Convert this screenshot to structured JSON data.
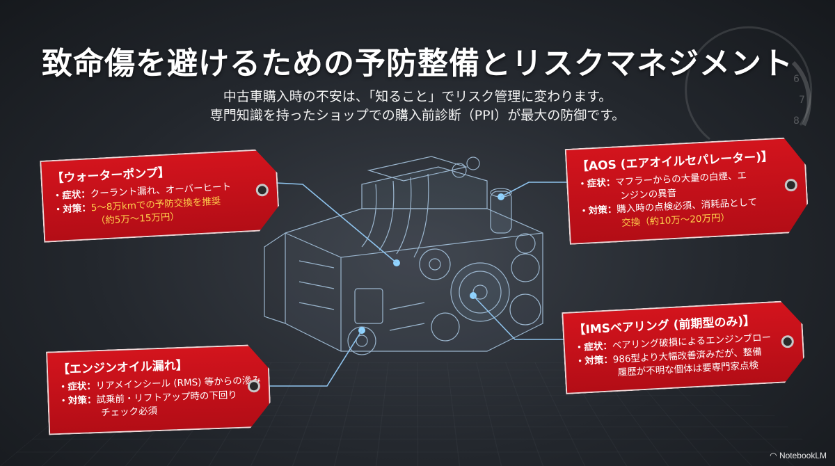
{
  "headline": "致命傷を避けるための予防整備とリスクマネジメント",
  "subheadline": [
    "中古車購入時の不安は、「知ること」でリスク管理に変わります。",
    "専門知識を持ったショップでの購入前診断（PPI）が最大の防御です。"
  ],
  "tags": {
    "water_pump": {
      "title": "【ウォーターポンプ】",
      "symptom_label": "・症状：",
      "symptom": "クーラント漏れ、オーバーヒート",
      "countermeasure_label": "・対策：",
      "countermeasure_1": "5～8万kmでの予防交換を推奨",
      "countermeasure_2": "（約5万～15万円）"
    },
    "aos": {
      "title": "【AOS (エアオイルセパレーター)】",
      "symptom_label": "・症状：",
      "symptom_1": "マフラーからの大量の白煙、エ",
      "symptom_2": "ンジンの異音",
      "countermeasure_label": "・対策：",
      "countermeasure_1": "購入時の点検必須、消耗品として",
      "countermeasure_2": "交換（約10万～20万円）"
    },
    "oil_leak": {
      "title": "【エンジンオイル漏れ】",
      "symptom_label": "・症状：",
      "symptom": "リアメインシール (RMS) 等からの滲み",
      "countermeasure_label": "・対策：",
      "countermeasure_1": "試乗前・リフトアップ時の下回り",
      "countermeasure_2": "チェック必須"
    },
    "ims": {
      "title": "【IMSベアリング (前期型のみ)】",
      "symptom_label": "・症状：",
      "symptom": "ベアリング破損によるエンジンブロー",
      "countermeasure_label": "・対策：",
      "countermeasure_1": "986型より大幅改善済みだが、整備",
      "countermeasure_2": "履歴が不明な個体は要専門家点検"
    }
  },
  "gauge_numbers": [
    "6",
    "7",
    "8"
  ],
  "watermark": "NotebookLM",
  "colors": {
    "tag_red": "#c8101a",
    "accent_blue": "#7fc8ff",
    "price_yellow": "#ffd34d"
  }
}
